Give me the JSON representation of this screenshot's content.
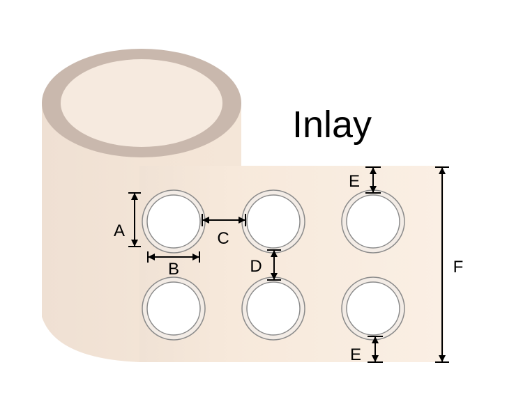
{
  "title": "Inlay",
  "dimension_labels": {
    "a": "A",
    "b": "B",
    "c": "C",
    "d": "D",
    "e_top": "E",
    "e_bottom": "E",
    "f": "F"
  },
  "colors": {
    "roll_rim": "#c9b8ad",
    "roll_body": "#f2e3d5",
    "strip": "#f7eadc",
    "hole_ring": "#8a8a8a"
  }
}
